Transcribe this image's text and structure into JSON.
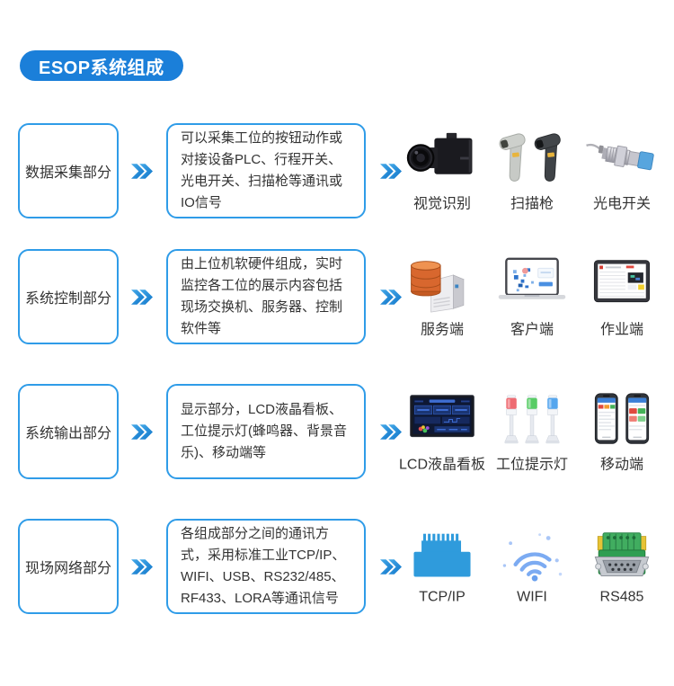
{
  "title": "ESOP系统组成",
  "colors": {
    "primary_blue": "#1b7fd9",
    "box_border": "#2f9ce8",
    "chevron_blue": "#1486d8",
    "text": "#333333"
  },
  "rows": [
    {
      "label": "数据采集部分",
      "description": "可以采集工位的按钮动作或对接设备PLC、行程开关、光电开关、扫描枪等通讯或IO信号",
      "items": [
        {
          "icon": "camera-icon",
          "label": "视觉识别"
        },
        {
          "icon": "barcode-scanner-icon",
          "label": "扫描枪"
        },
        {
          "icon": "photoelectric-sensor-icon",
          "label": "光电开关"
        }
      ]
    },
    {
      "label": "系统控制部分",
      "description": "由上位机软硬件组成，实时监控各工位的展示内容包括现场交换机、服务器、控制软件等",
      "items": [
        {
          "icon": "server-icon",
          "label": "服务端"
        },
        {
          "icon": "laptop-icon",
          "label": "客户端"
        },
        {
          "icon": "tablet-icon",
          "label": "作业端"
        }
      ]
    },
    {
      "label": "系统输出部分",
      "description": "显示部分，LCD液晶看板、工位提示灯(蜂鸣器、背景音乐)、移动端等",
      "items": [
        {
          "icon": "lcd-panel-icon",
          "label": "LCD液晶看板"
        },
        {
          "icon": "tower-lights-icon",
          "label": "工位提示灯"
        },
        {
          "icon": "smartphones-icon",
          "label": "移动端"
        }
      ]
    },
    {
      "label": "现场网络部分",
      "description": "各组成部分之间的通讯方式，采用标准工业TCP/IP、WIFI、USB、RS232/485、RF433、LORA等通讯信号",
      "items": [
        {
          "icon": "ethernet-port-icon",
          "label": "TCP/IP"
        },
        {
          "icon": "wifi-icon",
          "label": "WIFI"
        },
        {
          "icon": "rs485-connector-icon",
          "label": "RS485"
        }
      ]
    }
  ]
}
